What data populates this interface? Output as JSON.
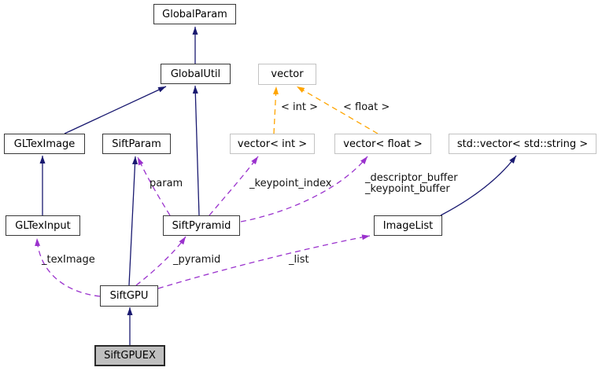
{
  "nodes": {
    "global_param": {
      "label": "GlobalParam"
    },
    "global_util": {
      "label": "GlobalUtil"
    },
    "vector": {
      "label": "vector"
    },
    "gl_tex_image": {
      "label": "GLTexImage"
    },
    "sift_param": {
      "label": "SiftParam"
    },
    "vector_int": {
      "label": "vector< int >"
    },
    "vector_float": {
      "label": "vector< float >"
    },
    "std_vector_string": {
      "label": "std::vector< std::string >"
    },
    "gl_tex_input": {
      "label": "GLTexInput"
    },
    "sift_pyramid": {
      "label": "SiftPyramid"
    },
    "image_list": {
      "label": "ImageList"
    },
    "sift_gpu": {
      "label": "SiftGPU"
    },
    "sift_gpuex": {
      "label": "SiftGPUEX"
    }
  },
  "edges": {
    "inherit_globalutil_globalparam": {
      "from": "GlobalUtil",
      "to": "GlobalParam",
      "style": "solid-inheritance"
    },
    "inherit_gltexImage_globalutil": {
      "from": "GLTexImage",
      "to": "GlobalUtil",
      "style": "solid-inheritance"
    },
    "inherit_siftpyramid_globalutil": {
      "from": "SiftPyramid",
      "to": "GlobalUtil",
      "style": "solid-inheritance"
    },
    "inherit_gltexinput_gltexImage": {
      "from": "GLTexInput",
      "to": "GLTexImage",
      "style": "solid-inheritance"
    },
    "inherit_siftgpu_siftparam": {
      "from": "SiftGPU",
      "to": "SiftParam",
      "style": "solid-inheritance"
    },
    "inherit_siftgpuex_siftgpu": {
      "from": "SiftGPUEX",
      "to": "SiftGPU",
      "style": "solid-inheritance"
    },
    "inherit_imagelist_stdvector": {
      "from": "ImageList",
      "to": "std::vector< std::string >",
      "style": "solid-inheritance"
    },
    "uses_param": {
      "from": "SiftPyramid",
      "to": "SiftParam",
      "style": "dashed-usage",
      "label": "param"
    },
    "uses_keypoint_index": {
      "from": "SiftPyramid",
      "to": "vector< int >",
      "style": "dashed-usage",
      "label": "_keypoint_index"
    },
    "uses_buffers": {
      "from": "SiftPyramid",
      "to": "vector< float >",
      "style": "dashed-usage",
      "label_line1": "_descriptor_buffer",
      "label_line2": "_keypoint_buffer"
    },
    "uses_teximage": {
      "from": "SiftGPU",
      "to": "GLTexInput",
      "style": "dashed-usage",
      "label": "_texImage"
    },
    "uses_pyramid": {
      "from": "SiftGPU",
      "to": "SiftPyramid",
      "style": "dashed-usage",
      "label": "_pyramid"
    },
    "uses_list": {
      "from": "SiftGPU",
      "to": "ImageList",
      "style": "dashed-usage",
      "label": "_list"
    },
    "template_int": {
      "from": "vector< int >",
      "to": "vector",
      "style": "dashed-template",
      "label": "< int >"
    },
    "template_float": {
      "from": "vector< float >",
      "to": "vector",
      "style": "dashed-template",
      "label": "< float >"
    }
  },
  "colors": {
    "inheritance_arrow": "#191970",
    "usage_arrow": "#9a32cd",
    "template_arrow": "#ffa500",
    "node_border": "#383838",
    "external_node_border": "#c3c3c3",
    "current_node_fill": "#bfbfbf",
    "background": "#ffffff"
  }
}
